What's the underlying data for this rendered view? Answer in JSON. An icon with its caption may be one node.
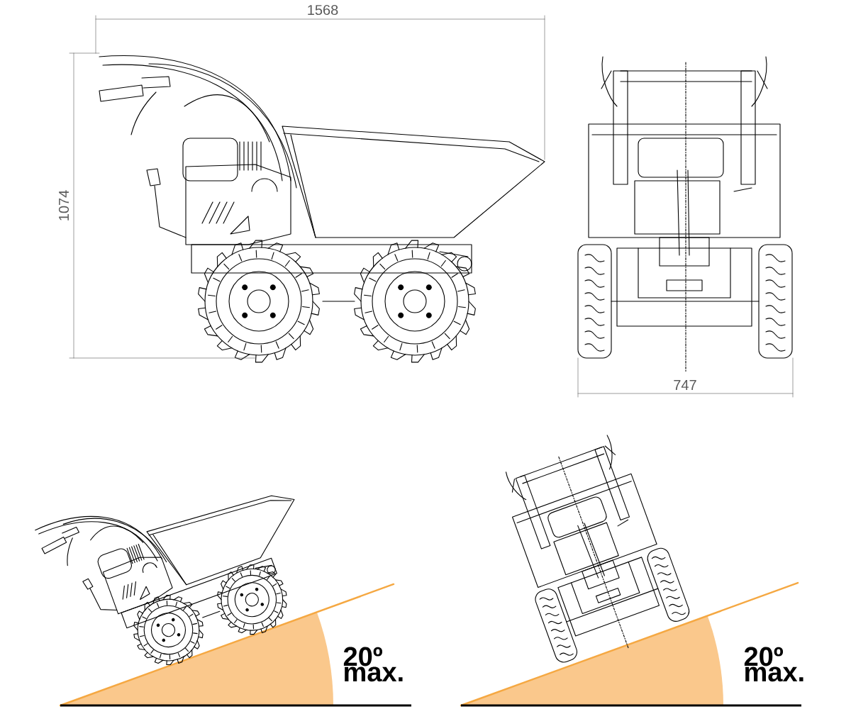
{
  "diagram": {
    "labels": [
      "1568",
      "1074",
      "747",
      "20º max.",
      "20º max."
    ]
  }
}
